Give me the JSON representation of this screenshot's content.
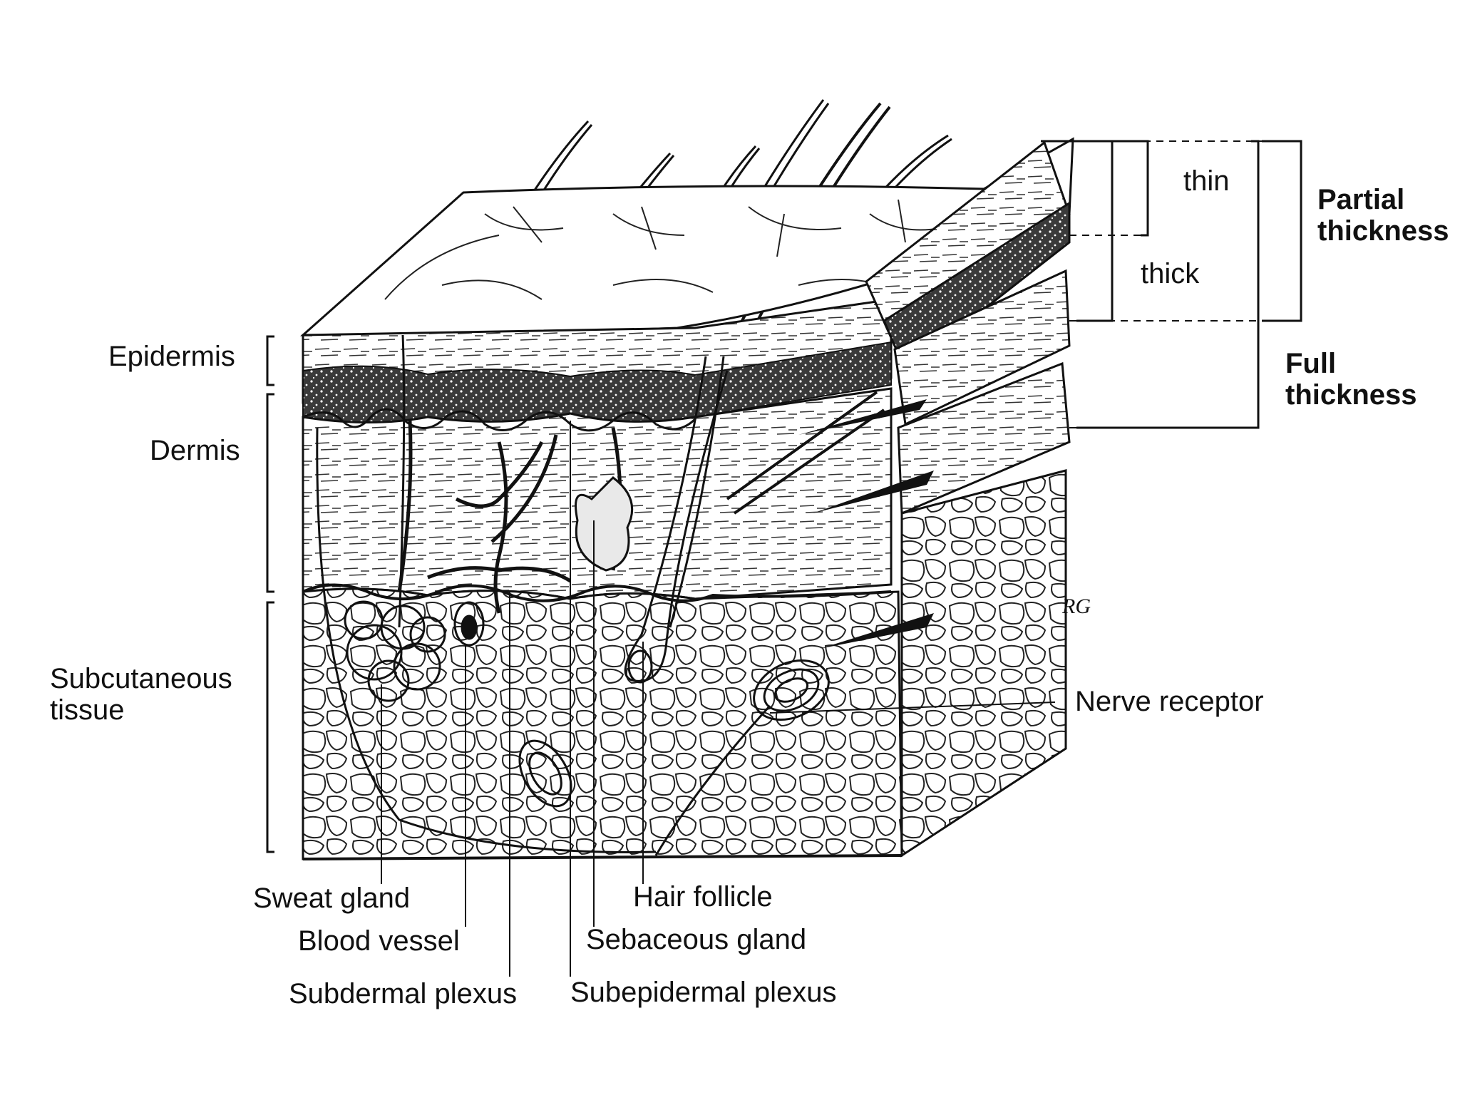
{
  "labels": {
    "epidermis": "Epidermis",
    "dermis": "Dermis",
    "subcutaneous": "Subcutaneous\ntissue",
    "sweat_gland": "Sweat gland",
    "blood_vessel": "Blood vessel",
    "subdermal_plexus": "Subdermal plexus",
    "hair_follicle": "Hair follicle",
    "sebaceous_gland": "Sebaceous gland",
    "subepidermal_plexus": "Subepidermal plexus",
    "nerve_receptor": "Nerve receptor",
    "thin": "thin",
    "thick": "thick",
    "partial_thickness": "Partial\nthickness",
    "full_thickness": "Full\nthickness"
  },
  "signature": "RG",
  "colors": {
    "ink": "#111111",
    "background": "#ffffff"
  }
}
